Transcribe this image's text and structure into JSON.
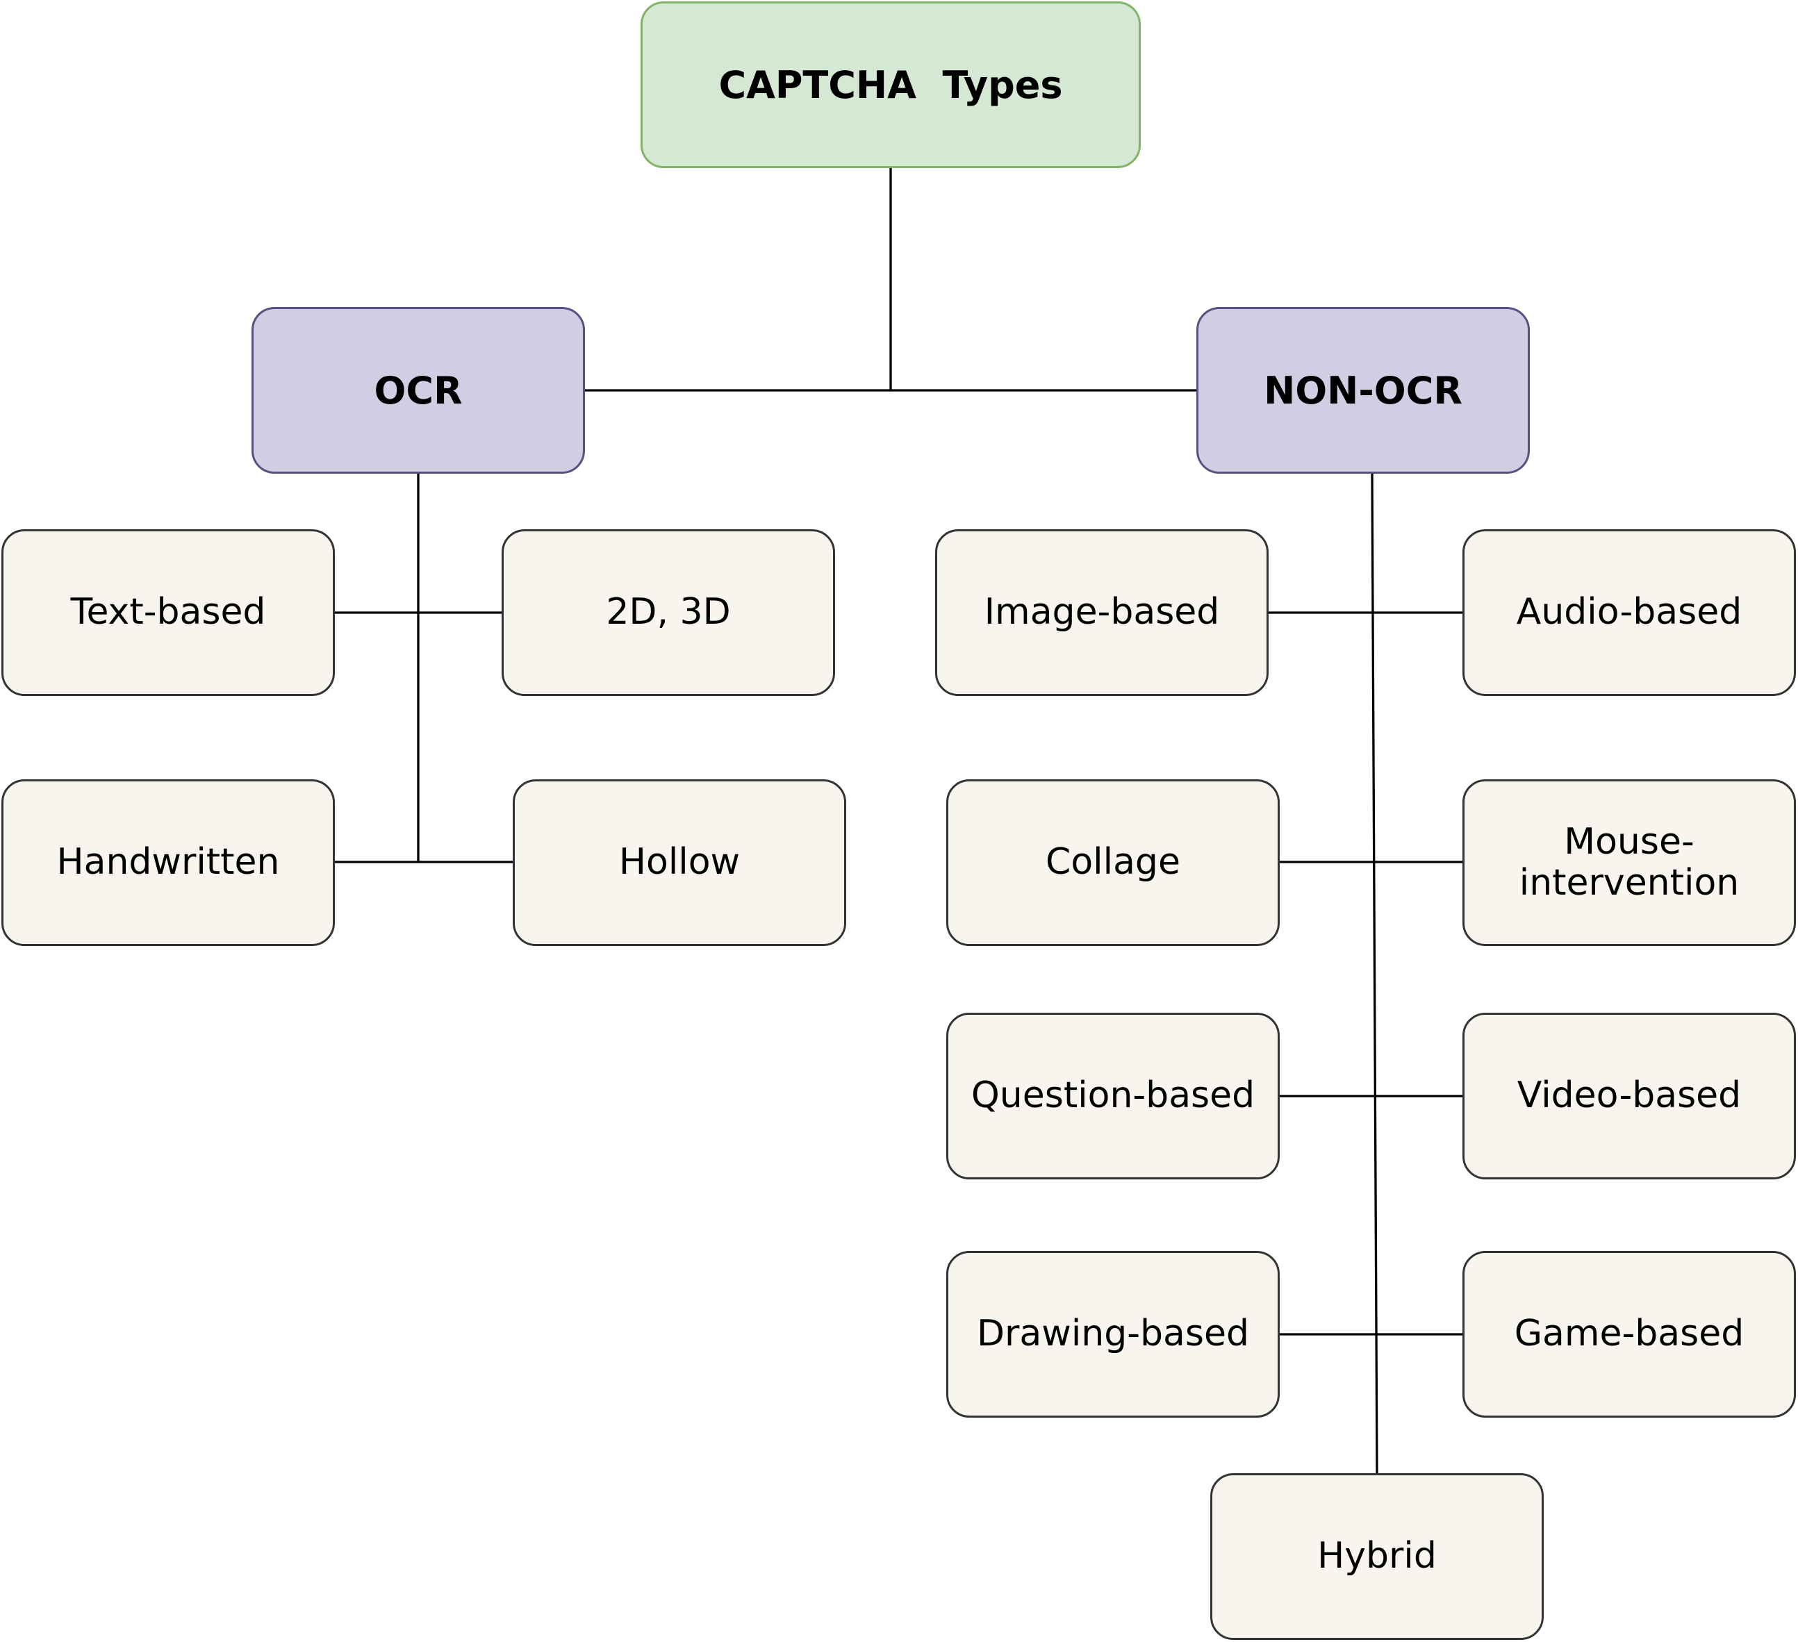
{
  "root": {
    "label": "CAPTCHA  Types"
  },
  "branches": {
    "ocr": {
      "label": "OCR"
    },
    "non_ocr": {
      "label": "NON-OCR"
    }
  },
  "ocr_types": {
    "text_based": "Text-based",
    "dimensional": "2D, 3D",
    "handwritten": "Handwritten",
    "hollow": "Hollow"
  },
  "non_ocr_types": {
    "image_based": "Image-based",
    "audio_based": "Audio-based",
    "collage": "Collage",
    "mouse_intervention": "Mouse-\nintervention",
    "question_based": "Question-based",
    "video_based": "Video-based",
    "drawing_based": "Drawing-based",
    "game_based": "Game-based",
    "hybrid": "Hybrid"
  },
  "colors": {
    "root_fill": "#d5e8d4",
    "root_border": "#82b366",
    "branch_fill": "#d0cee2",
    "branch_border": "#56517e",
    "leaf_fill": "#f7f5ed",
    "leaf_border": "#333333",
    "connector": "#000000"
  }
}
